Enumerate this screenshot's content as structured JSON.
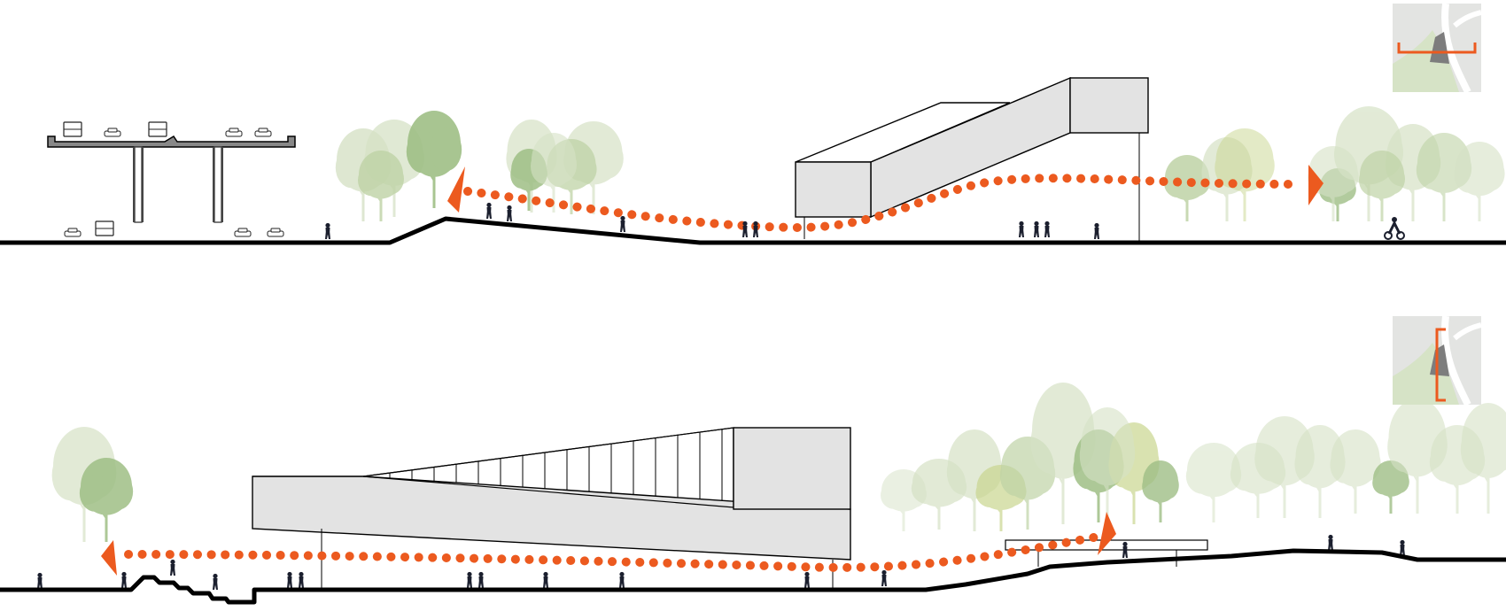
{
  "diagram": {
    "type": "architectural-section",
    "sections": [
      {
        "id": "section-1",
        "key_plan_marker": "horizontal-cut",
        "elements": [
          "elevated-highway",
          "vehicles",
          "ground-profile",
          "ramp",
          "building",
          "trees",
          "pedestrians",
          "circulation-path",
          "arrows"
        ]
      },
      {
        "id": "section-2",
        "key_plan_marker": "vertical-cut",
        "elements": [
          "ground-profile",
          "stepped-terrain",
          "building",
          "canopy",
          "trees",
          "pedestrians",
          "circulation-path",
          "arrows"
        ]
      }
    ],
    "colors": {
      "path": "#ec5a1f",
      "ground": "#000000",
      "building_fill": "#e3e3e3",
      "tree_light": "#d6e2c6",
      "tree_mid": "#bfd3a6",
      "tree_dark": "#9fbf86",
      "tree_olive": "#c9d68f",
      "keyplan_bg": "#e3e4e2",
      "keyplan_green": "#d6e3c6",
      "keyplan_road": "#ffffff",
      "keyplan_building": "#7d7d7d"
    },
    "icons": [
      "car-icon",
      "truck-icon",
      "person-icon",
      "cyclist-icon",
      "arrow-icon",
      "tree-icon",
      "key-plan-icon"
    ]
  }
}
